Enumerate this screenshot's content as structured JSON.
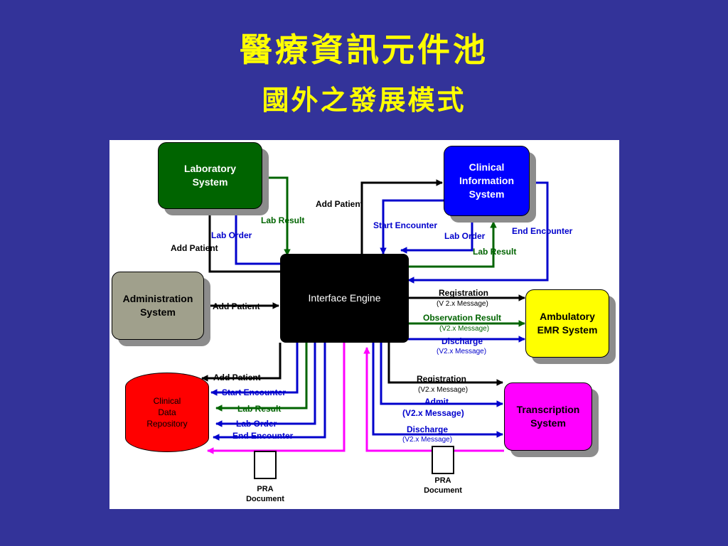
{
  "slide": {
    "title": "醫療資訊元件池",
    "subtitle": "國外之發展模式"
  },
  "nodes": {
    "lab": "Laboratory\nSystem",
    "clinical_info": "Clinical\nInformation\nSystem",
    "admin": "Administration\nSystem",
    "engine": "Interface Engine",
    "ambulatory": "Ambulatory\nEMR System",
    "cdr": "Clinical\nData\nRepository",
    "transcription": "Transcription\nSystem"
  },
  "edges": {
    "lab_result_top": "Lab Result",
    "lab_order_top": "Lab Order",
    "add_patient_left": "Add Patient",
    "add_patient_top": "Add Patient",
    "start_encounter_top": "Start Encounter",
    "lab_order_cis": "Lab Order",
    "lab_result_cis": "Lab Result",
    "end_encounter_top": "End Encounter",
    "add_patient_admin": "Add Patient",
    "registration_amb": "Registration",
    "registration_amb_sub": "(V 2.x Message)",
    "observation_result": "Observation Result",
    "observation_result_sub": "(V2.x Message)",
    "discharge_amb": "Discharge",
    "discharge_amb_sub": "(V2.x Message)",
    "add_patient_cdr": "Add Patient",
    "start_encounter_cdr": "Start Encounter",
    "lab_result_cdr": "Lab Result",
    "lab_order_cdr": "Lab Order",
    "end_encounter_cdr": "End Encounter",
    "registration_trans": "Registration",
    "registration_trans_sub": "(V2.x Message)",
    "admit": "Admit",
    "admit_sub": "(V2.x  Message)",
    "discharge_trans": "Discharge",
    "discharge_trans_sub": "(V2.x Message)"
  },
  "documents": {
    "pra_left": "PRA\nDocument",
    "pra_right": "PRA\nDocument"
  },
  "colors": {
    "background": "#333399",
    "title": "#ffff00",
    "lab_box": "#006400",
    "clinical_info_box": "#0000ff",
    "admin_box": "#a0a08c",
    "engine_box": "#000000",
    "ambulatory_box": "#ffff00",
    "cdr_box": "#ff0000",
    "transcription_box": "#ff00ff",
    "arrow_black": "#000000",
    "arrow_blue": "#0000cc",
    "arrow_green": "#006400",
    "arrow_magenta": "#ff00ff"
  }
}
